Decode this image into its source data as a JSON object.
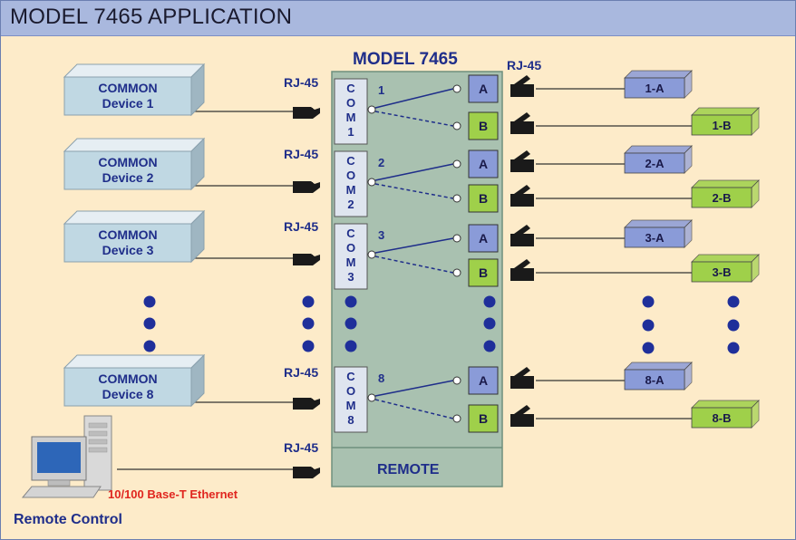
{
  "title": "MODEL 7465 APPLICATION",
  "model_label": "MODEL 7465",
  "connector_label": "RJ-45",
  "remote_label": "REMOTE",
  "ethernet_label": "10/100 Base-T Ethernet",
  "remote_control_label": "Remote Control",
  "common_word": "COMMON",
  "devices": [
    "Device 1",
    "Device 2",
    "Device 3",
    "Device 8"
  ],
  "com_letters": [
    "C",
    "O",
    "M"
  ],
  "ports": [
    {
      "num": "1",
      "a": "1-A",
      "b": "1-B"
    },
    {
      "num": "2",
      "a": "2-A",
      "b": "2-B"
    },
    {
      "num": "3",
      "a": "3-A",
      "b": "3-B"
    },
    {
      "num": "8",
      "a": "8-A",
      "b": "8-B"
    }
  ],
  "port_a_label": "A",
  "port_b_label": "B",
  "colors": {
    "background": "#fdebc9",
    "title_bar": "#a9b8de",
    "model_box": "#a9c1b0",
    "device_face": "#c0d8e3",
    "port_a": "#8a9bd8",
    "port_b": "#9fd04a",
    "dot": "#1f2f9a",
    "label_text": "#1f2e8a",
    "ethernet_text": "#e0261f"
  }
}
